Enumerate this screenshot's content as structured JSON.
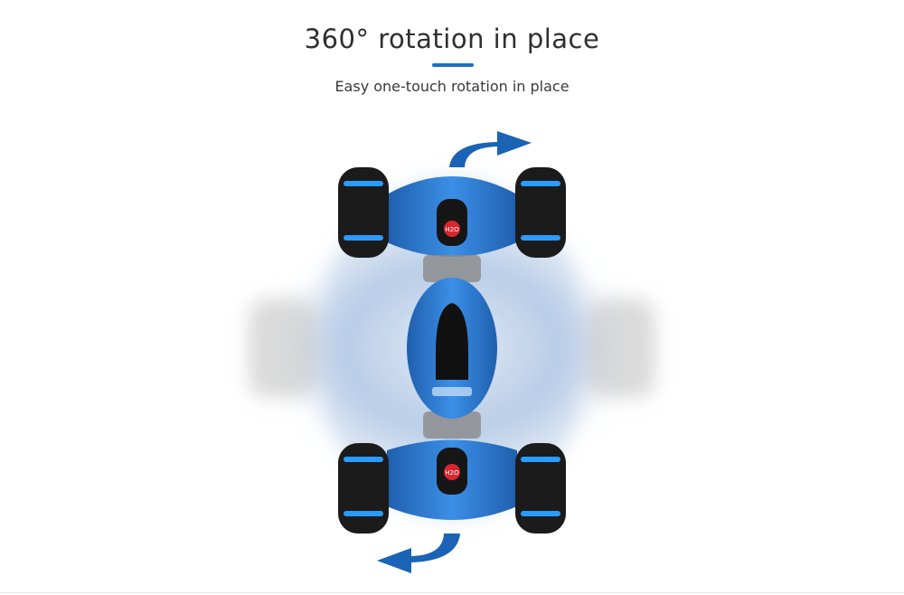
{
  "header": {
    "title": "360° rotation in place",
    "subtitle": "Easy one-touch rotation in place"
  },
  "colors": {
    "accent": "#1e6fc0",
    "car_body": "#2e7fd6",
    "car_dark": "#1f5fae",
    "wheel": "#1b1b1b",
    "wheel_ring": "#2a9bff",
    "arrow": "#1a63b5",
    "badge_red": "#d8262e"
  },
  "product": {
    "icon": "stunt-rc-car-icon",
    "badge_text": "H2O"
  },
  "arrows": {
    "top": "curved-arrow-right-icon",
    "bottom": "curved-arrow-left-icon"
  }
}
